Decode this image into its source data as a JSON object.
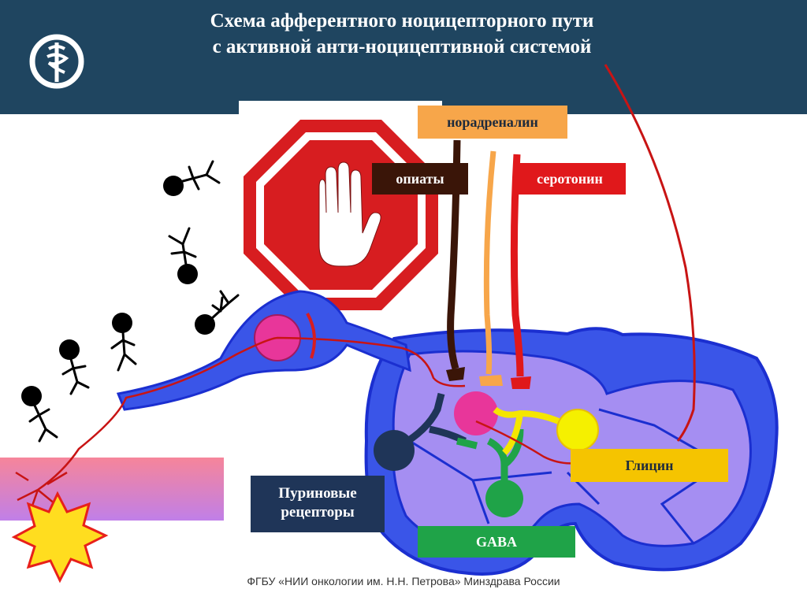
{
  "header": {
    "title_line1": "Схема афферентного ноцицепторного пути",
    "title_line2": "с активной анти-ноцицептивной системой"
  },
  "labels": {
    "noradrenalin": "норадреналин",
    "opiaty": "опиаты",
    "serotonin": "серотонин",
    "glicin": "Глицин",
    "gaba": "GABA",
    "purine_line1": "Пуриновые",
    "purine_line2": "рецепторы"
  },
  "footer": "ФГБУ «НИИ онкологии им. Н.Н. Петрова» Минздрава России",
  "colors": {
    "header_bg": "#1f4560",
    "noradrenalin": "#f7a64a",
    "opiaty": "#3a1508",
    "serotonin": "#e0181b",
    "glicin": "#f5c400",
    "gaba": "#1fa348",
    "purine": "#1f3558",
    "spinal_outer": "#3a55e8",
    "spinal_inner": "#a58ef2",
    "neuron": "#e8369a"
  },
  "icons": [
    "medical-caduceus-icon",
    "stop-hand-icon",
    "pain-burst-icon",
    "stick-figure-icon"
  ]
}
